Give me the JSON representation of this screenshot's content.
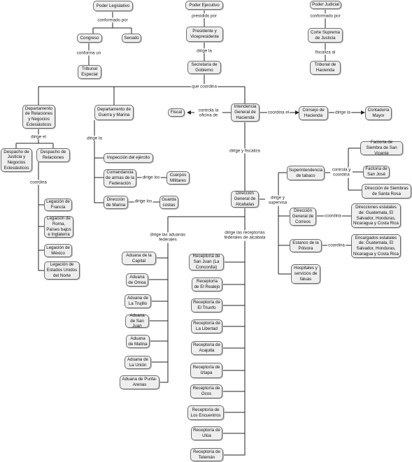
{
  "nodes": {
    "poder_legislativo": "Poder Legislativo",
    "poder_ejecutivo": "Poder Ejecutivo",
    "poder_judicial": "Poder Judicial",
    "congreso": "Congreso",
    "senado": "Senado",
    "presidente": "Presidente y Vicepresidente",
    "corte_suprema": "Corte Suprema de Justicia",
    "tribunal_especial": "Tribunal Especial",
    "secretaria_gobierno": "Secretaría de Gobierno",
    "tribunal_hacienda": "Tribunal de Hacienda",
    "depto_relaciones": "Departamento de Relaciones y Negocios Eclesiásticos",
    "depto_guerra": "Departamento de Guerra y Marina",
    "fiscal": "Fiscal",
    "intendencia": "Intendencia General de Hacienda",
    "consejo_hacienda": "Consejo de Hacienda",
    "contaduria": "Contaduría Mayor",
    "despacho_justicia": "Despacho de Justicia y Negocios Eclesiásticos",
    "despacho_relaciones": "Despacho de Relaciones",
    "inspeccion_ejercito": "Inspección del ejército",
    "comandancia": "Comandancia de armas de la Federación",
    "cuerpos_militares": "Cuerpos Militares",
    "direccion_marina": "Dirección de Marina",
    "guarda_costas": "Guarda costas",
    "legacion_francia": "Legación de Francia",
    "legacion_roma": "Legación de Roma, Países bajos e Inglaterra",
    "legacion_mexico": "Legación de México",
    "legacion_eeuu": "Legación de Estados Unidos del Norte",
    "factoria_sv": "Factoría de Siembra de San Vicente",
    "superintendencia_tabaco": "Superintendencia de tabaco",
    "factoria_sj": "Factoría de San José",
    "direccion_sr": "Dirección de Siembras de Santa Rosa",
    "direccion_alcabalas": "Dirección General de Alcabalas",
    "direccion_correos": "Dirección General de Correos",
    "direcciones_estatales": "Direcciones estatales de: Guatemala, El Salvador, Honduras, Nicaragua y Costa Rica",
    "estanco_polvora": "Estanco de la Pólvora",
    "encargados_estatales": "Encargados estatales de: Guatemala, El Salvador, Honduras, Nicaragua y Costa Rica",
    "hospitales": "Hospitales y servicios de faluas",
    "aduana_capital": "Aduana de la Capital",
    "aduana_omoa": "Aduana de Omoa",
    "aduana_trujillo": "Aduana de La Trujillo",
    "aduana_sanjuan": "Aduana de San Juan",
    "aduana_matina": "Aduana de Matina",
    "aduana_union": "Aduana de La Unión",
    "aduana_punta": "Aduana de Punta-Arenas",
    "receptoria_sanjuan": "Receptoría de San Juan (La Concordia)",
    "receptoria_realejo": "Receptoría de El Realejo",
    "receptoria_triunfo": "Receptoría de El Triunfo",
    "receptoria_libertad": "Receptoría de La Libertad",
    "receptoria_acajutla": "Receptoría de Acajutla",
    "receptoria_iztapa": "Receptoría de Iztapa",
    "receptoria_ocos": "Receptoría de Ocos",
    "receptoria_encuentros": "Receptoría de Los Encuentros",
    "receptoria_ulua": "Receptoría de Ulúa",
    "receptoria_teleman": "Receptoría de Telemán"
  },
  "labels": {
    "conformado_por_1": "conformado por",
    "presidido_por": "presidido por",
    "conformado_por_2": "conformado por",
    "conforma_un": "conforma un",
    "dirige_la_1": "dirige la",
    "fiscaliza_al": "fiscaliza al",
    "que_coordina": "que coordina",
    "controla_oficina": "controla la oficina de",
    "coordina_el": "coordina el",
    "dirige_la_2": "dirige la",
    "dirige_el": "dirige el",
    "dirige_la_3": "dirige la",
    "dirige_y_fiscaliza": "dirige y fiscaliza",
    "dirige_los": "dirige los",
    "dirige_los_2": "dirige los",
    "coordina_1": "coordina",
    "controla_y_coordina": "controla y coordina",
    "dirige_y_supervisa": "dirige y supervisa",
    "coordina_2": "coordina",
    "coordina_3": "coordina",
    "dirige_aduanas": "dirige las aduanas federales",
    "dirige_receptorias": "dirige las receptorías federales de alcabala"
  }
}
